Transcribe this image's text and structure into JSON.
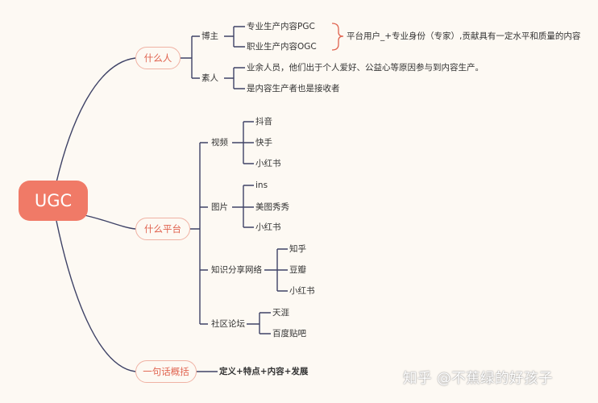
{
  "root": "UGC",
  "branch1": {
    "label": "什么人",
    "bozhu": {
      "label": "博主",
      "items": [
        "专业生产内容PGC",
        "职业生产内容OGC"
      ],
      "note": "平台用户_+专业身份（专家）,贡献具有一定水平和质量的内容"
    },
    "suren": {
      "label": "素人",
      "items": [
        "业余人员，他们出于个人爱好、公益心等原因参与到内容生产。",
        "是内容生产者也是接收者"
      ]
    }
  },
  "branch2": {
    "label": "什么平台",
    "video": {
      "label": "视频",
      "items": [
        "抖音",
        "快手",
        "小红书"
      ]
    },
    "image": {
      "label": "图片",
      "items": [
        "ins",
        "美图秀秀",
        "小红书"
      ]
    },
    "knowledge": {
      "label": "知识分享网络",
      "items": [
        "知乎",
        "豆瓣",
        "小红书"
      ]
    },
    "forum": {
      "label": "社区论坛",
      "items": [
        "天涯",
        "百度贴吧"
      ]
    }
  },
  "branch3": {
    "label": "一句话概括",
    "summary": "定义+特点+内容+发展"
  },
  "watermark": "知乎 @不蕉绿的好孩子",
  "colors": {
    "root": "#f07a67",
    "branch_border": "#f0b2a4",
    "branch_text": "#e0634f",
    "line": "#3e4266",
    "brace": "#e0634f"
  }
}
